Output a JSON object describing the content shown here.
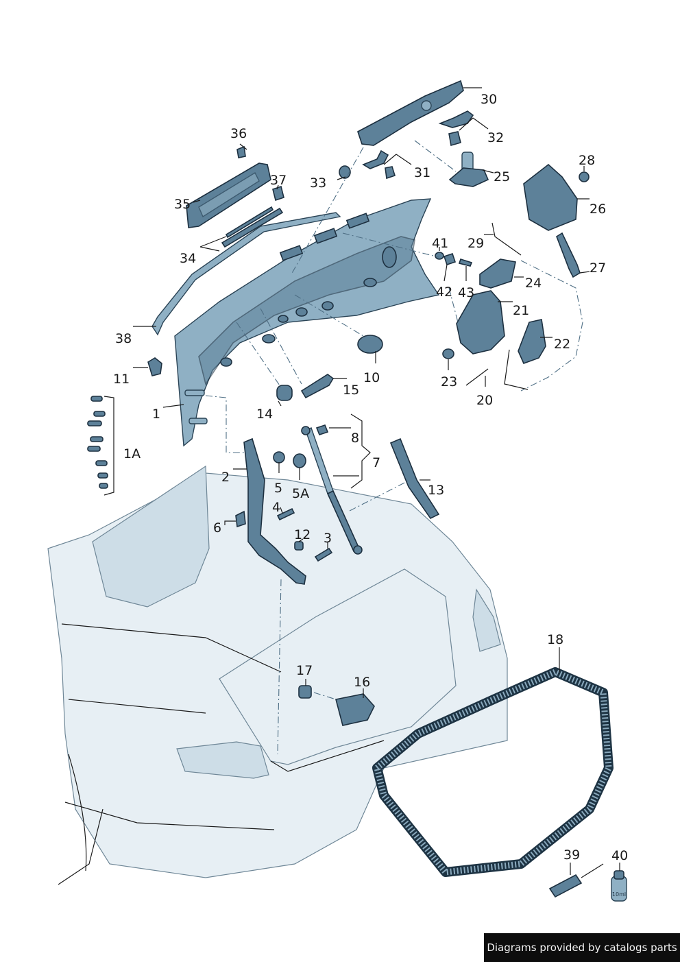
{
  "callouts": [
    "1",
    "1A",
    "2",
    "3",
    "4",
    "5",
    "5A",
    "6",
    "7",
    "8",
    "10",
    "11",
    "12",
    "13",
    "14",
    "15",
    "16",
    "17",
    "18",
    "20",
    "21",
    "22",
    "23",
    "24",
    "25",
    "26",
    "27",
    "28",
    "29",
    "30",
    "31",
    "32",
    "33",
    "34",
    "35",
    "36",
    "37",
    "38",
    "39",
    "40",
    "41",
    "42",
    "43"
  ],
  "bottle_label": "10ml",
  "footer": "Diagrams provided by catalogs parts",
  "colors": {
    "part": "#5d8199",
    "part_outline": "#1d3040",
    "car_body": "#e7eff4",
    "footer_bg": "#0d0d0d"
  }
}
